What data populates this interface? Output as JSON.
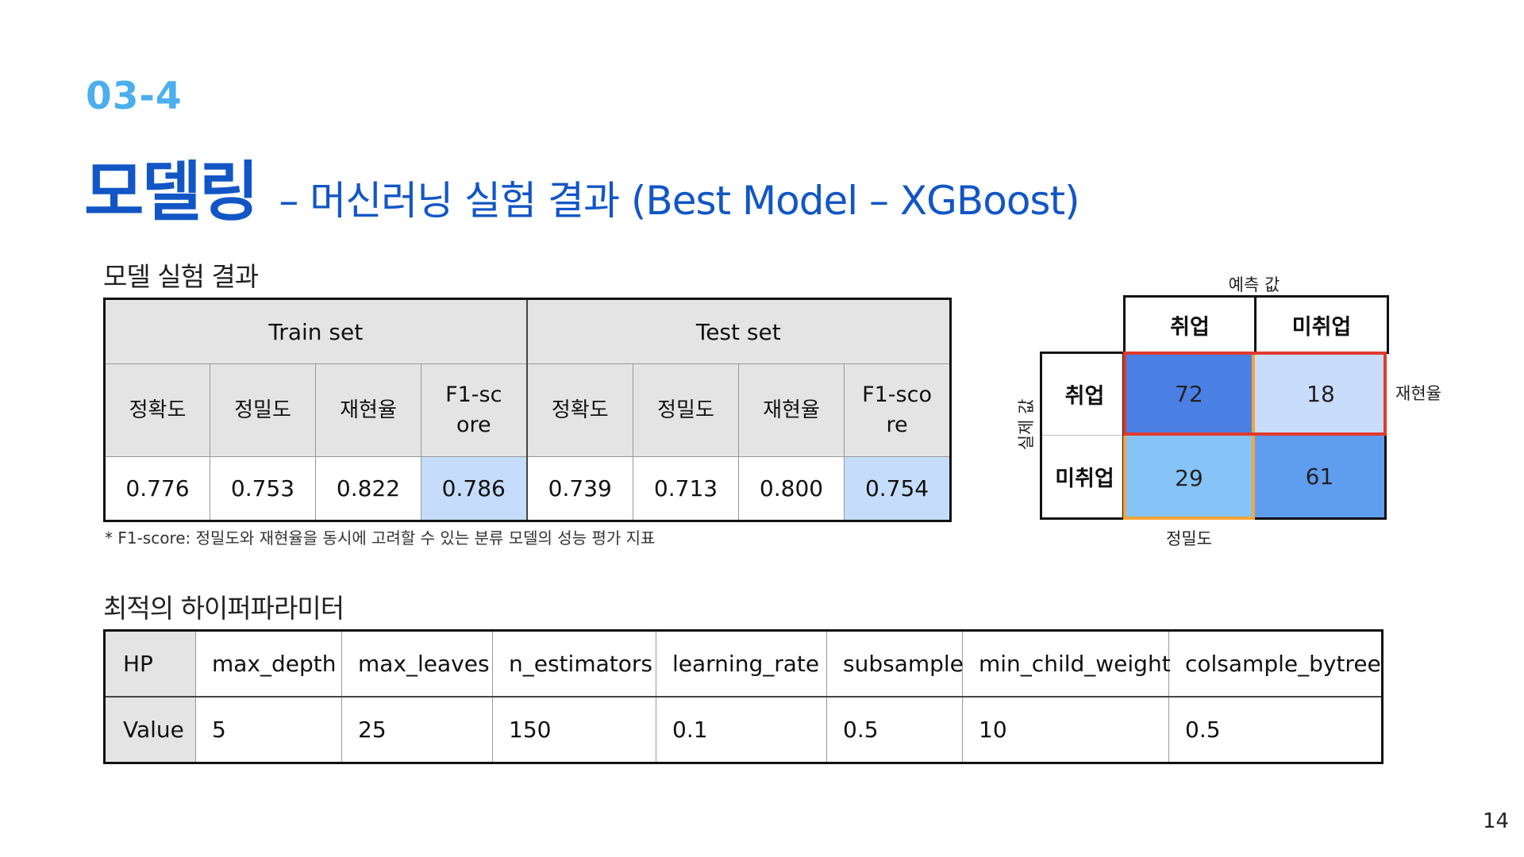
{
  "section_number": "03-4",
  "title": {
    "main": "모델링",
    "sub": "– 머신러닝 실험 결과 (Best Model – XGBoost)"
  },
  "results": {
    "heading": "모델 실험 결과",
    "groups": [
      "Train set",
      "Test set"
    ],
    "metrics": [
      "정확도",
      "정밀도",
      "재현율",
      "F1-score"
    ],
    "train_values": [
      "0.776",
      "0.753",
      "0.822",
      "0.786"
    ],
    "test_values": [
      "0.739",
      "0.713",
      "0.800",
      "0.754"
    ],
    "footnote": "* F1-score: 정밀도와 재현율을 동시에 고려할 수 있는 분류 모델의 성능 평가 지표",
    "highlight_color": "#C5DDFA"
  },
  "confusion_matrix": {
    "predicted_label": "예측 값",
    "actual_label": "실제 값",
    "classes": [
      "취업",
      "미취업"
    ],
    "values": [
      [
        72,
        18
      ],
      [
        29,
        61
      ]
    ],
    "cell_colors": [
      [
        "#4A80E3",
        "#C8DDFC"
      ],
      [
        "#86C3F7",
        "#5F9DEF"
      ]
    ],
    "precision_label": "정밀도",
    "recall_label": "재현율",
    "precision_color": "#F3A63A",
    "recall_color": "#E03A2E"
  },
  "hyperparameters": {
    "heading": "최적의 하이퍼파라미터",
    "row_labels": [
      "HP",
      "Value"
    ],
    "params": [
      {
        "name": "max_depth",
        "value": "5"
      },
      {
        "name": "max_leaves",
        "value": "25"
      },
      {
        "name": "n_estimators",
        "value": "150"
      },
      {
        "name": "learning_rate",
        "value": "0.1"
      },
      {
        "name": "subsample",
        "value": "0.5"
      },
      {
        "name": "min_child_weight",
        "value": "10"
      },
      {
        "name": "colsample_bytree",
        "value": "0.5"
      }
    ]
  },
  "page_number": "14",
  "colors": {
    "title_blue": "#1256C6",
    "section_blue": "#4BAEEF",
    "header_gray": "#E4E4E4"
  }
}
